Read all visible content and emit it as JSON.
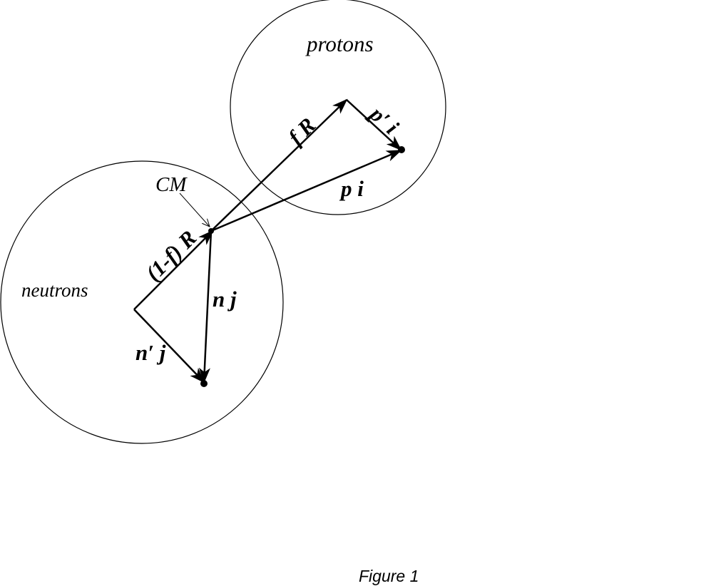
{
  "regions": {
    "protons": "protons",
    "neutrons": "neutrons"
  },
  "labels": {
    "center_of_mass": "CM",
    "proton_offset": "f R",
    "neutron_offset": "(1-f) R",
    "proton_relative": "p′ i",
    "proton_position": "p i",
    "neutron_position": "n j",
    "neutron_relative": "n′ j"
  },
  "caption": "Figure 1",
  "colors": {
    "ink": "#000000",
    "background": "#ffffff"
  }
}
